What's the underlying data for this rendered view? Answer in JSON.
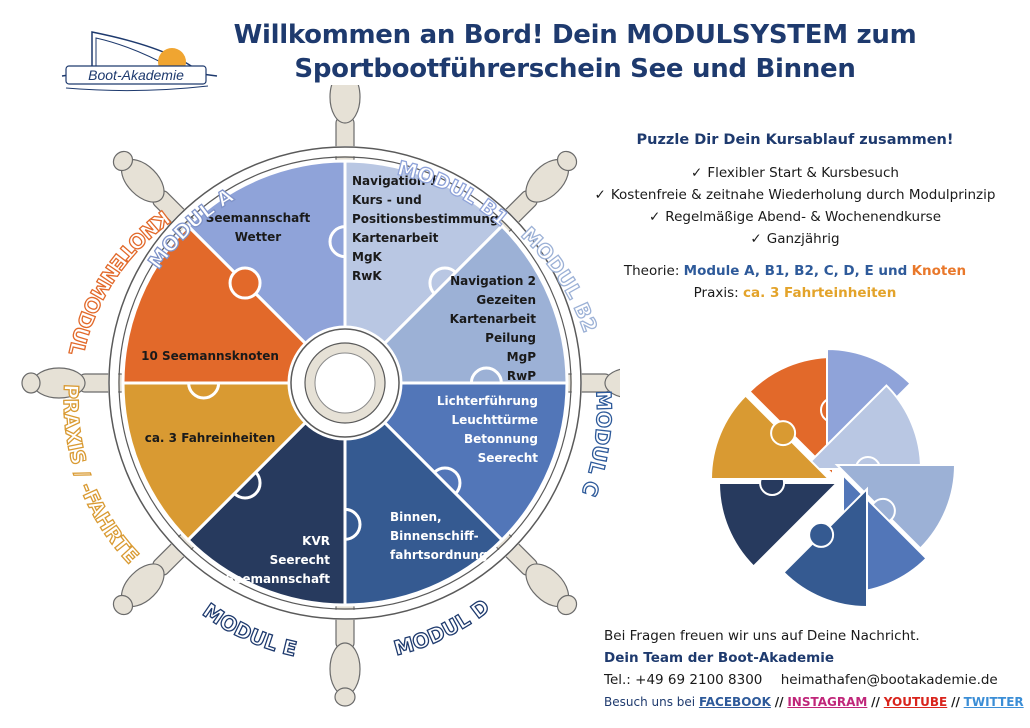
{
  "logo": {
    "text": "Boot-Akademie"
  },
  "title": {
    "line1": "Willkommen an Bord! Dein MODULSYSTEM zum",
    "line2": "Sportbootführerschein See und Binnen"
  },
  "wheel": {
    "labels": {
      "modul_a": "MODUL  A",
      "modul_b1": "MODUL  B1",
      "modul_b2": "MODUL  B2",
      "modul_c": "MODUL  C",
      "modul_d": "MODUL D",
      "modul_e": "MODUL  E",
      "knotenmodul": "KNOTENMODUL",
      "praxis": "PRAXIS / -FAHRTEN"
    },
    "segments": [
      {
        "id": "a",
        "lines": [
          "Seemannschaft",
          "Wetter"
        ],
        "color": "#8fa3d9"
      },
      {
        "id": "b1",
        "lines": [
          "Navigation 1",
          "Kurs - und",
          "Positionsbestimmung",
          "Kartenarbeit",
          "MgK",
          "RwK"
        ],
        "color": "#b9c7e3"
      },
      {
        "id": "b2",
        "lines": [
          "Navigation 2",
          "Gezeiten",
          "Kartenarbeit",
          "Peilung",
          "MgP",
          "RwP"
        ],
        "color": "#9cb1d6"
      },
      {
        "id": "c",
        "lines": [
          "Lichterführung",
          "Leuchttürme",
          "Betonnung",
          "Seerecht"
        ],
        "color": "#5276b8"
      },
      {
        "id": "d",
        "lines": [
          "Binnen,",
          "Binnenschiff-",
          "fahrtsordnung"
        ],
        "color": "#355a91"
      },
      {
        "id": "e",
        "lines": [
          "KVR",
          "Seerecht",
          "Seemannschaft"
        ],
        "color": "#273a5e"
      },
      {
        "id": "praxis",
        "lines": [
          "ca. 3 Fahreinheiten"
        ],
        "color": "#d99a32"
      },
      {
        "id": "knoten",
        "lines": [
          "10 Seemannsknoten"
        ],
        "color": "#e2692a"
      }
    ]
  },
  "info": {
    "headline": "Puzzle Dir Dein Kursablauf zusammen!",
    "check_symbol": "✓",
    "bullets": [
      "Flexibler Start & Kursbesuch",
      "Kostenfreie & zeitnahe Wiederholung durch Modulprinzip",
      "Regelmäßige Abend- & Wochenendkurse",
      "Ganzjährig"
    ],
    "theory_label": "Theorie:",
    "theory_modules": "Module A, B1, B2, C, D, E und",
    "theory_knoten": "Knoten",
    "praxis_label": "Praxis:",
    "praxis_value": "ca. 3 Fahrteinheiten"
  },
  "contact": {
    "question": "Bei Fragen freuen wir uns auf Deine Nachricht.",
    "team": "Dein Team der Boot-Akademie",
    "phone": "Tel.: +49 69 2100 8300",
    "email": "heimathafen@bootakademie.de",
    "social_prefix": "Besuch uns bei",
    "facebook": "FACEBOOK",
    "instagram": "INSTAGRAM",
    "youtube": "YOUTUBE",
    "twitter": "TWITTER",
    "separator": "//"
  },
  "colors": {
    "primary_blue": "#1e3a6e",
    "orange": "#e2692a",
    "gold": "#d99a32",
    "wood": "#e6e1d6"
  }
}
